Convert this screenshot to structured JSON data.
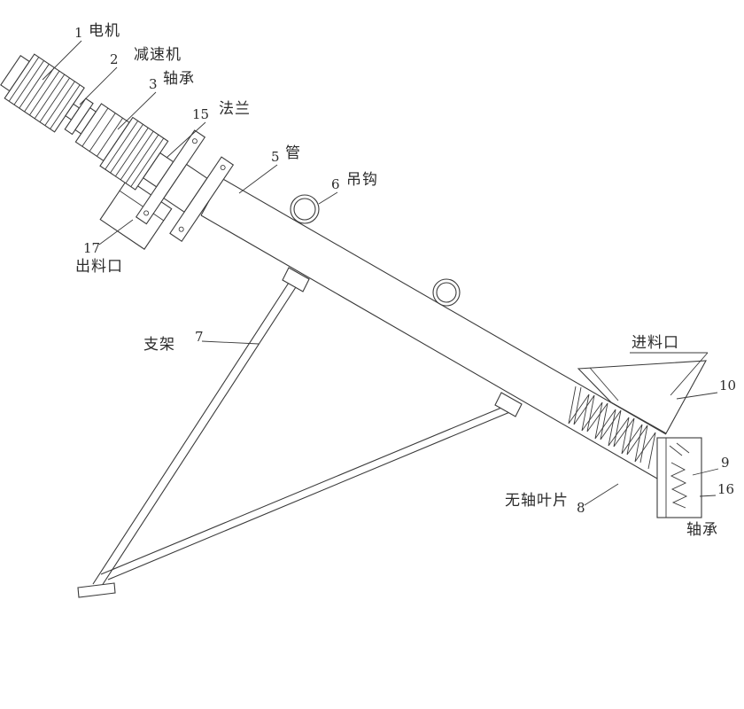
{
  "figure": {
    "type": "patent-line-drawing",
    "subject": "inclined shaftless screw conveyor"
  },
  "colors": {
    "line": "#3a3a3a",
    "background": "#ffffff",
    "text": "#2b2b2b"
  },
  "labels": {
    "motor": {
      "num": "1",
      "name": "电机"
    },
    "reducer": {
      "num": "2",
      "name": "减速机"
    },
    "bearing_head": {
      "num": "3",
      "name": "轴承"
    },
    "flange": {
      "num": "15",
      "name": "法兰"
    },
    "pipe": {
      "num": "5",
      "name": "管"
    },
    "hook": {
      "num": "6",
      "name": "吊钩"
    },
    "outlet": {
      "num": "17",
      "name": "出料口"
    },
    "frame": {
      "num": "7",
      "name": "支架"
    },
    "inlet": {
      "name": "进料口"
    },
    "hopper_part": {
      "num": "10"
    },
    "end_coil": {
      "num": "9"
    },
    "end_plate": {
      "num": "16"
    },
    "blade": {
      "num": "8",
      "name": "无轴叶片"
    },
    "bearing_end": {
      "name": "轴承"
    }
  }
}
